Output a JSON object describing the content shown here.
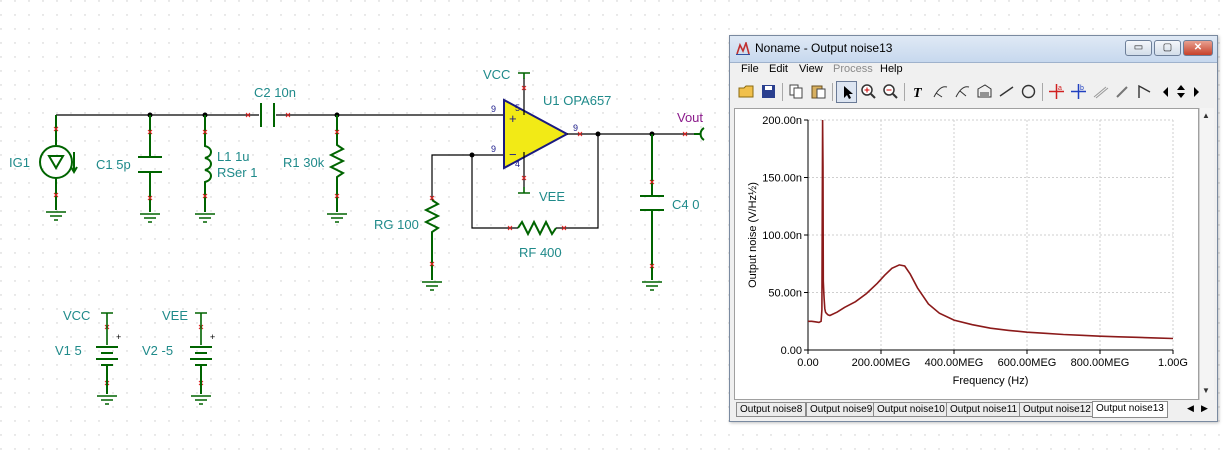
{
  "schematic": {
    "labels": {
      "ig1": "IG1",
      "c1": "C1 5p",
      "l1": "L1 1u",
      "l1_rser": "RSer 1",
      "c2": "C2 10n",
      "r1": "R1 30k",
      "rg": "RG 100",
      "rf": "RF 400",
      "u1": "U1 OPA657",
      "vcc_top": "VCC",
      "vee_bot": "VEE",
      "c4": "C4 0",
      "vout": "Vout",
      "vcc_src": "VCC",
      "vee_src": "VEE",
      "v1": "V1 5",
      "v2": "V2 -5",
      "pin9": "9",
      "pin_plus": "+",
      "pin_minus": "−",
      "pin_5": "5",
      "pin_4": "4"
    }
  },
  "window": {
    "title": "Noname - Output noise13",
    "controls": {
      "minimize": "▭",
      "maximize": "▢",
      "close": "✕"
    },
    "menu": [
      {
        "label": "File",
        "disabled": false
      },
      {
        "label": "Edit",
        "disabled": false
      },
      {
        "label": "View",
        "disabled": false
      },
      {
        "label": "Process",
        "disabled": true
      },
      {
        "label": "Help",
        "disabled": false
      }
    ],
    "toolbar_icons": [
      "open-icon",
      "save-icon",
      "copy-icon",
      "paste-icon",
      "pointer-icon",
      "zoom-in-icon",
      "zoom-100-icon",
      "text-icon",
      "curve-label-icon",
      "curve-label-2-icon",
      "hatch-icon",
      "line-icon",
      "circle-icon",
      "cursor-a-icon",
      "cursor-b-icon",
      "ruler-icon",
      "pen-icon",
      "peak-icon",
      "nav-left-icon",
      "nav-updown-icon",
      "nav-right-icon"
    ],
    "tabs": [
      "Output noise8",
      "Output noise9",
      "Output noise10",
      "Output noise11",
      "Output noise12",
      "Output noise13"
    ],
    "active_tab": "Output noise13",
    "tab_nav": {
      "left": "◀",
      "right": "▶"
    },
    "scroll": {
      "up": "▲",
      "down": "▼"
    }
  },
  "chart_data": {
    "type": "line",
    "xlabel": "Frequency (Hz)",
    "ylabel": "Output noise (V/Hz½)",
    "xlim": [
      0,
      1000000000
    ],
    "ylim": [
      0,
      2e-07
    ],
    "x_ticks": [
      "0.00",
      "200.00MEG",
      "400.00MEG",
      "600.00MEG",
      "800.00MEG",
      "1.00G"
    ],
    "y_ticks": [
      "0.00",
      "50.00n",
      "100.00n",
      "150.00n",
      "200.00n"
    ],
    "grid": true,
    "line_color": "#8b1a1a",
    "series": [
      {
        "x": [
          0,
          10000000,
          20000000,
          30000000,
          36000000,
          38000000,
          40000000,
          41000000,
          42000000,
          43000000,
          44000000,
          46000000,
          48000000,
          50000000,
          55000000,
          60000000,
          80000000,
          100000000,
          130000000,
          160000000,
          190000000,
          210000000,
          230000000,
          250000000,
          265000000,
          280000000,
          300000000,
          330000000,
          360000000,
          400000000,
          450000000,
          500000000,
          550000000,
          600000000,
          650000000,
          700000000,
          750000000,
          800000000,
          850000000,
          900000000,
          950000000,
          1000000000
        ],
        "y": [
          2.5e-08,
          2.5e-08,
          2.45e-08,
          2.4e-08,
          2.5e-08,
          3.5e-08,
          2e-07,
          1.6e-07,
          6e-08,
          5.2e-08,
          4.5e-08,
          3.6e-08,
          3.3e-08,
          3.2e-08,
          3.05e-08,
          3e-08,
          3.3e-08,
          3.7e-08,
          4.2e-08,
          4.9e-08,
          5.8e-08,
          6.5e-08,
          7.1e-08,
          7.4e-08,
          7.3e-08,
          6.6e-08,
          5.4e-08,
          4e-08,
          3.2e-08,
          2.6e-08,
          2.2e-08,
          1.9e-08,
          1.7e-08,
          1.55e-08,
          1.45e-08,
          1.35e-08,
          1.28e-08,
          1.2e-08,
          1.15e-08,
          1.1e-08,
          1.05e-08,
          1e-08
        ]
      }
    ]
  }
}
